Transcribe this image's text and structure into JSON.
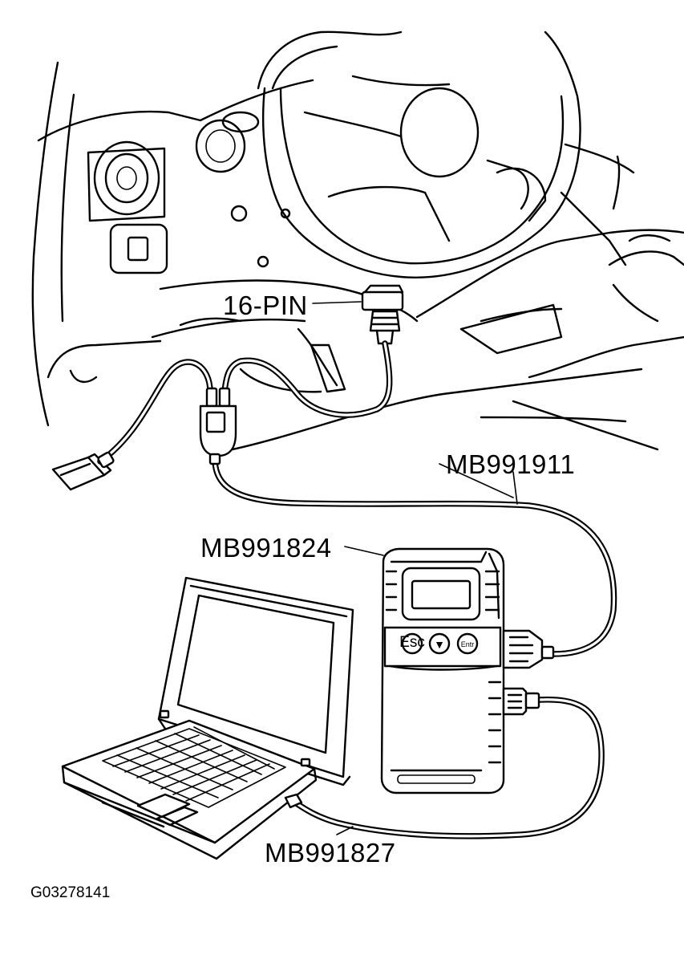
{
  "labels": {
    "connector_16pin": "16-PIN",
    "cable_mb991911": "MB991911",
    "unit_mb991824": "MB991824",
    "cable_mb991827": "MB991827",
    "figure_id": "G03278141"
  },
  "unit_buttons": {
    "esc": "Esc",
    "down": "▼",
    "enter": "Entr"
  }
}
